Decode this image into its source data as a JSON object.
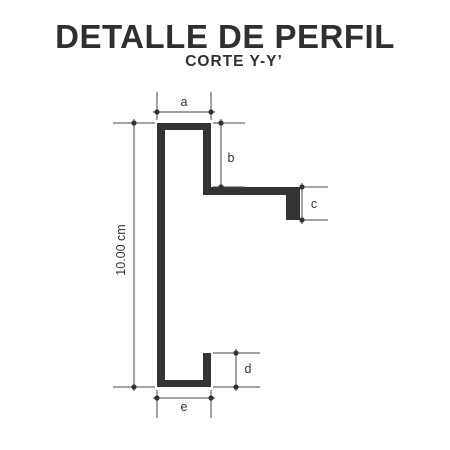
{
  "title": "DETALLE DE PERFIL",
  "subtitle": "CORTE Y-Y’",
  "dimensions": {
    "a": "a",
    "b": "b",
    "c": "c",
    "d": "d",
    "e": "e",
    "height": "10.00 cm"
  },
  "colors": {
    "profile": "#333333",
    "dimension_line": "#444444",
    "text": "#2f2f2f"
  }
}
